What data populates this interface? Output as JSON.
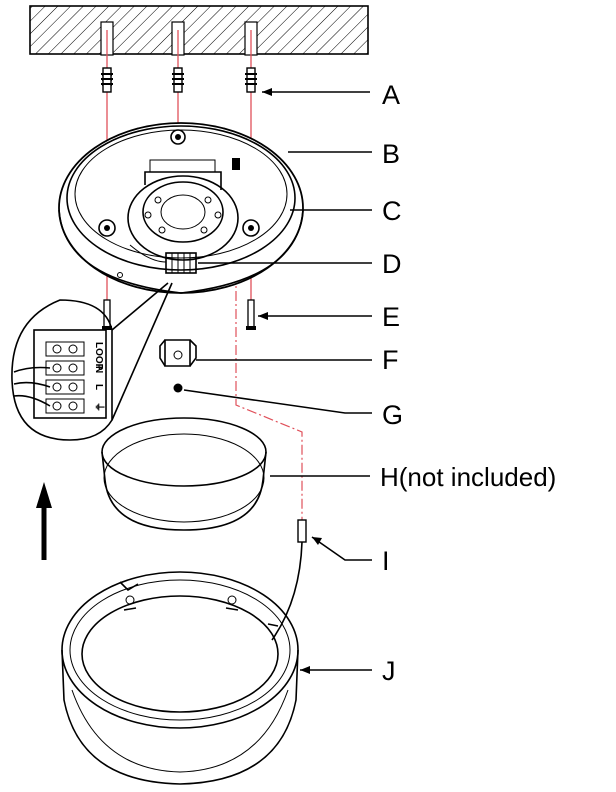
{
  "labels": {
    "A": "A",
    "B": "B",
    "C": "C",
    "D": "D",
    "E": "E",
    "F": "F",
    "G": "G",
    "H": "H(not included)",
    "I": "I",
    "J": "J"
  },
  "terminal_block": {
    "loop": "LOOP",
    "n": "N",
    "l": "L",
    "earth": "⏚"
  }
}
